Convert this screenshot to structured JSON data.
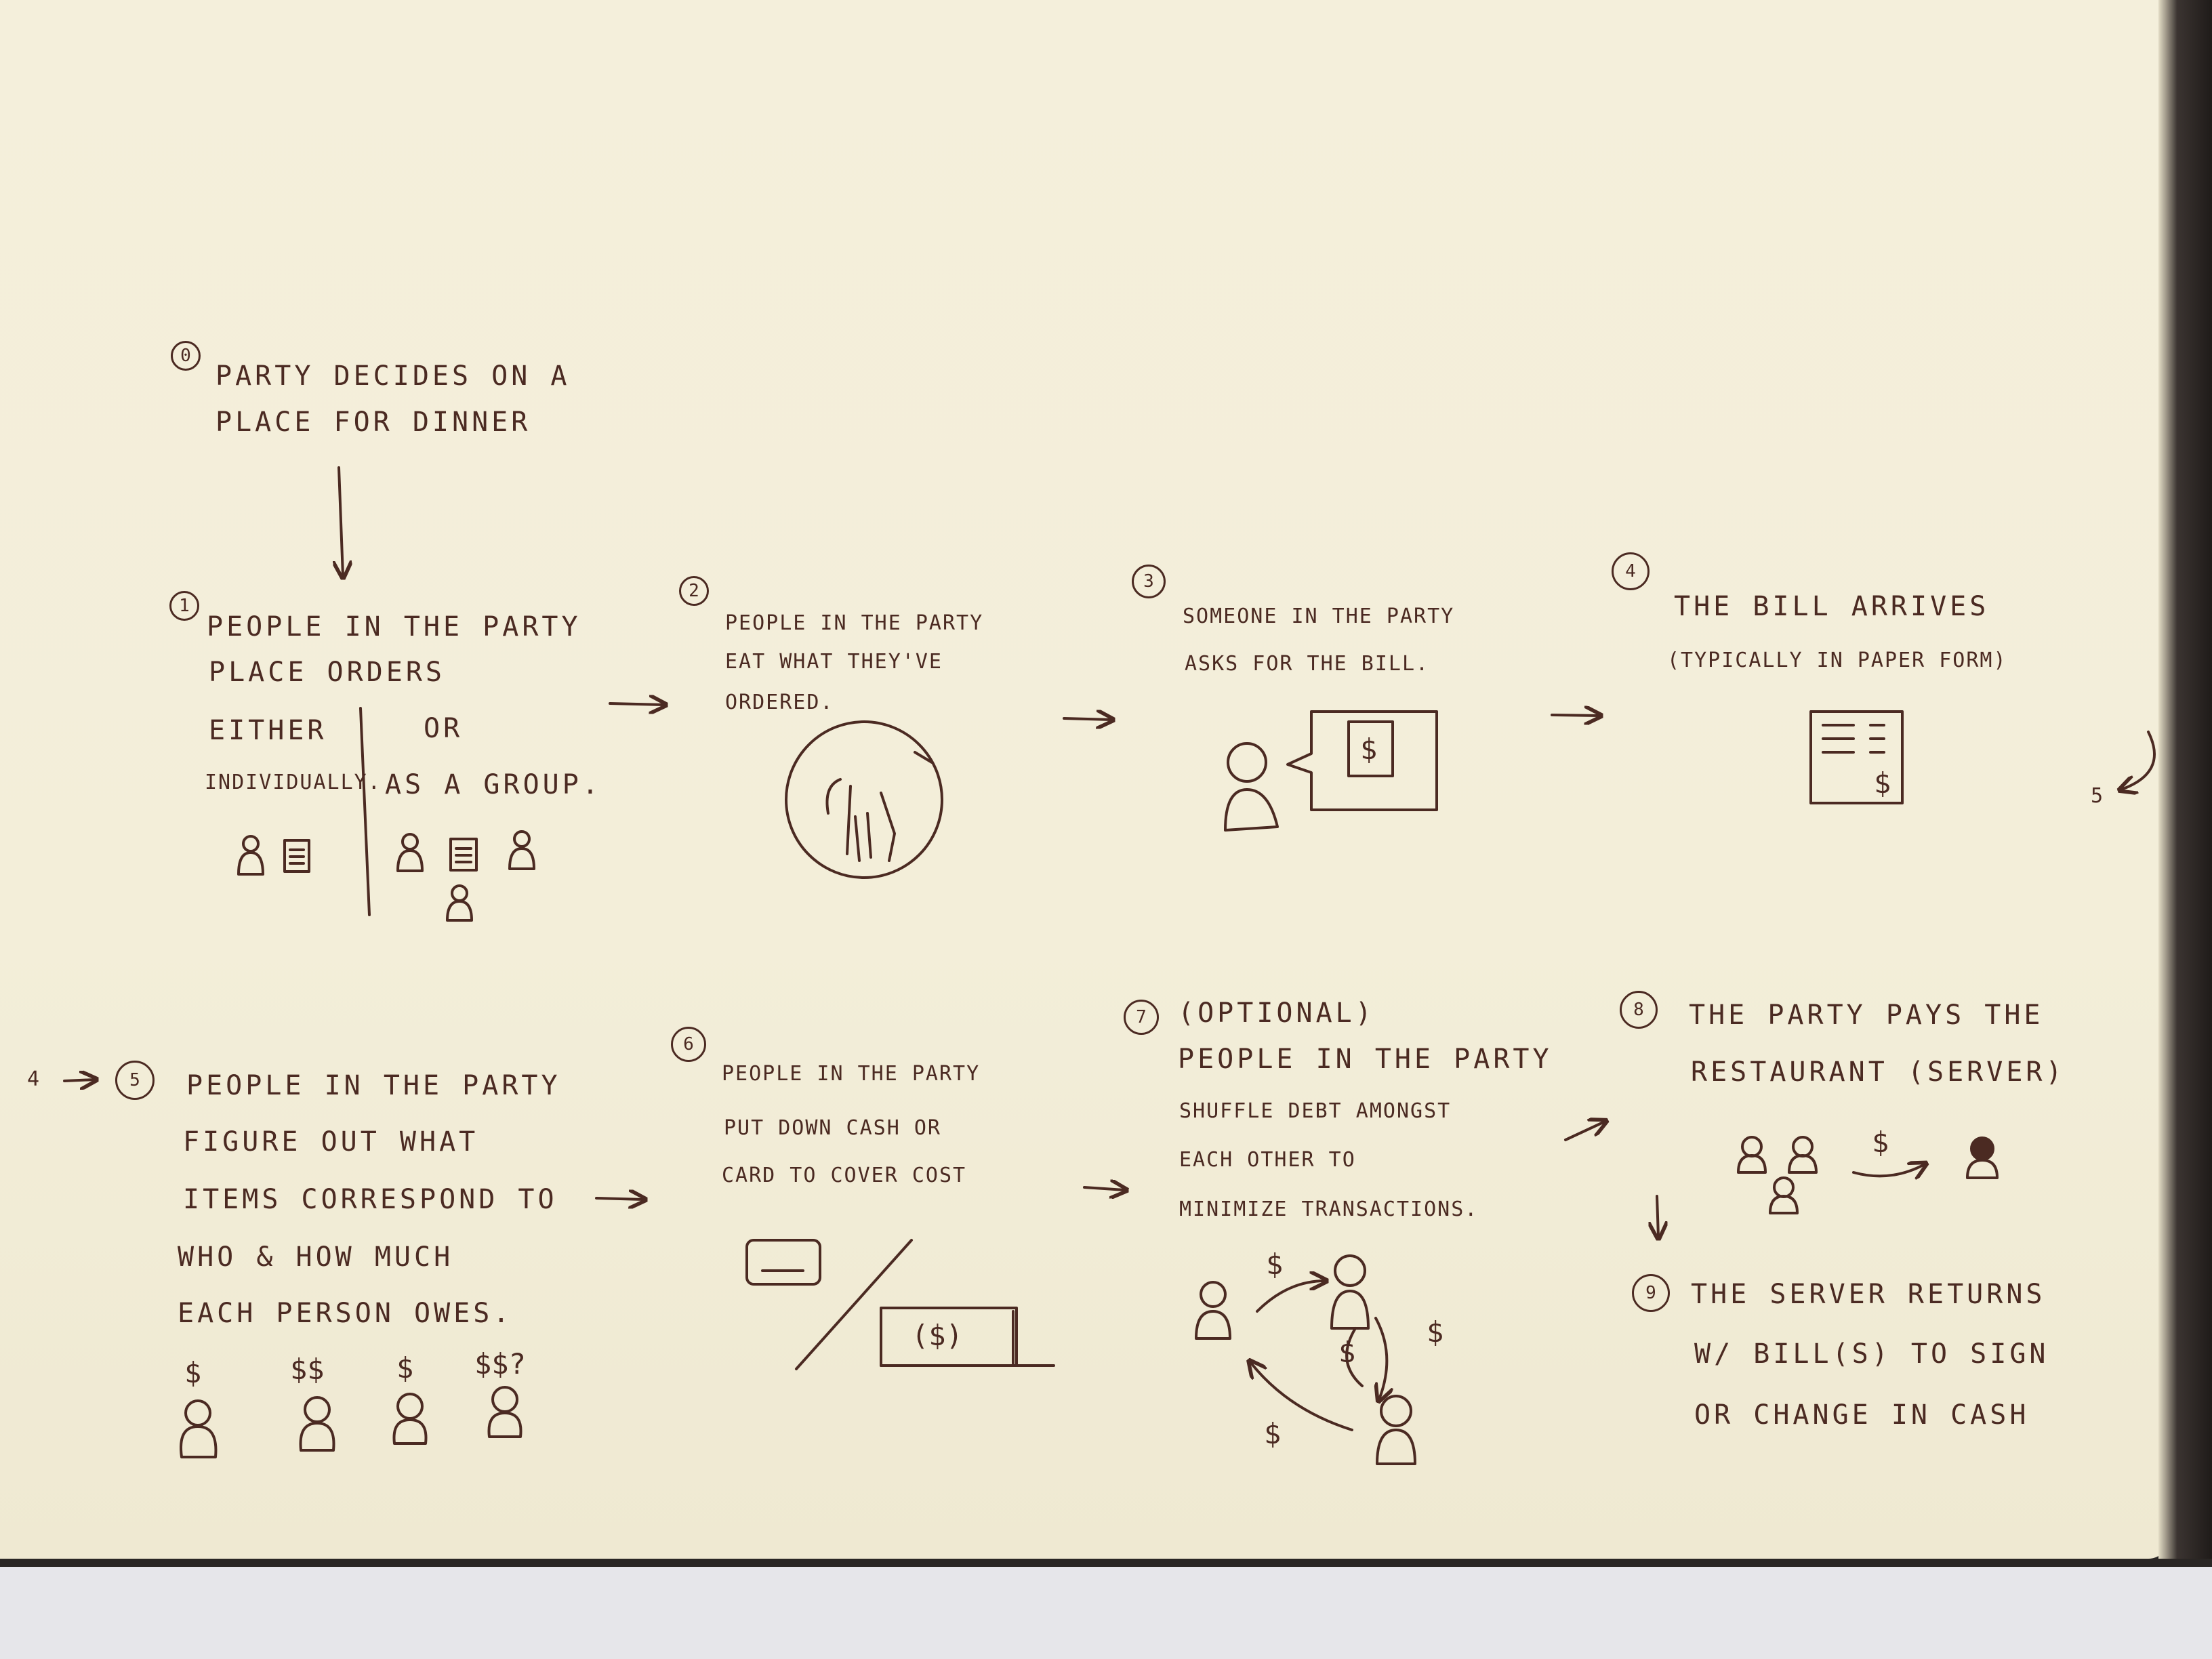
{
  "steps": [
    {
      "number": "0",
      "lines": [
        "PARTY DECIDES ON A",
        "PLACE FOR DINNER"
      ]
    },
    {
      "number": "1",
      "lines": [
        "PEOPLE IN THE PARTY",
        "PLACE ORDERS"
      ],
      "choice_left": [
        "EITHER",
        "INDIVIDUALLY."
      ],
      "choice_right": [
        "OR",
        "AS A GROUP."
      ]
    },
    {
      "number": "2",
      "lines": [
        "PEOPLE IN THE PARTY",
        "EAT WHAT THEY'VE",
        "ORDERED."
      ]
    },
    {
      "number": "3",
      "lines": [
        "SOMEONE IN THE PARTY",
        "ASKS FOR THE BILL."
      ]
    },
    {
      "number": "4",
      "lines": [
        "THE BILL ARRIVES",
        "(TYPICALLY IN PAPER FORM)"
      ]
    },
    {
      "number": "5",
      "lines": [
        "PEOPLE IN THE PARTY",
        "FIGURE OUT WHAT",
        "ITEMS CORRESPOND TO",
        "WHO & HOW MUCH",
        "EACH PERSON OWES."
      ]
    },
    {
      "number": "6",
      "lines": [
        "PEOPLE IN THE PARTY",
        "PUT DOWN CASH OR",
        "CARD TO COVER COST"
      ]
    },
    {
      "number": "7",
      "lines": [
        "(OPTIONAL)",
        "PEOPLE IN THE PARTY",
        "SHUFFLE DEBT AMONGST",
        "EACH OTHER TO",
        "MINIMIZE TRANSACTIONS."
      ]
    },
    {
      "number": "8",
      "lines": [
        "THE PARTY PAYS THE",
        "RESTAURANT (SERVER)"
      ]
    },
    {
      "number": "9",
      "lines": [
        "THE SERVER RETURNS",
        "W/ BILL(S) TO SIGN",
        "OR CHANGE IN CASH"
      ]
    }
  ],
  "connectors": {
    "to_step_5": "5",
    "from_step_4": "4"
  },
  "sketch_labels": {
    "bill_dollar": "$",
    "paper_bill_dollar": "$",
    "cash_dollar": "($)",
    "owes": [
      "$",
      "$$",
      "$",
      "$$?"
    ],
    "debt_shuffle": [
      "$",
      "$",
      "$",
      "$"
    ],
    "payment_dollar": "$"
  },
  "colors": {
    "ink": "#4b2a22",
    "paper": "#f3eed9"
  }
}
